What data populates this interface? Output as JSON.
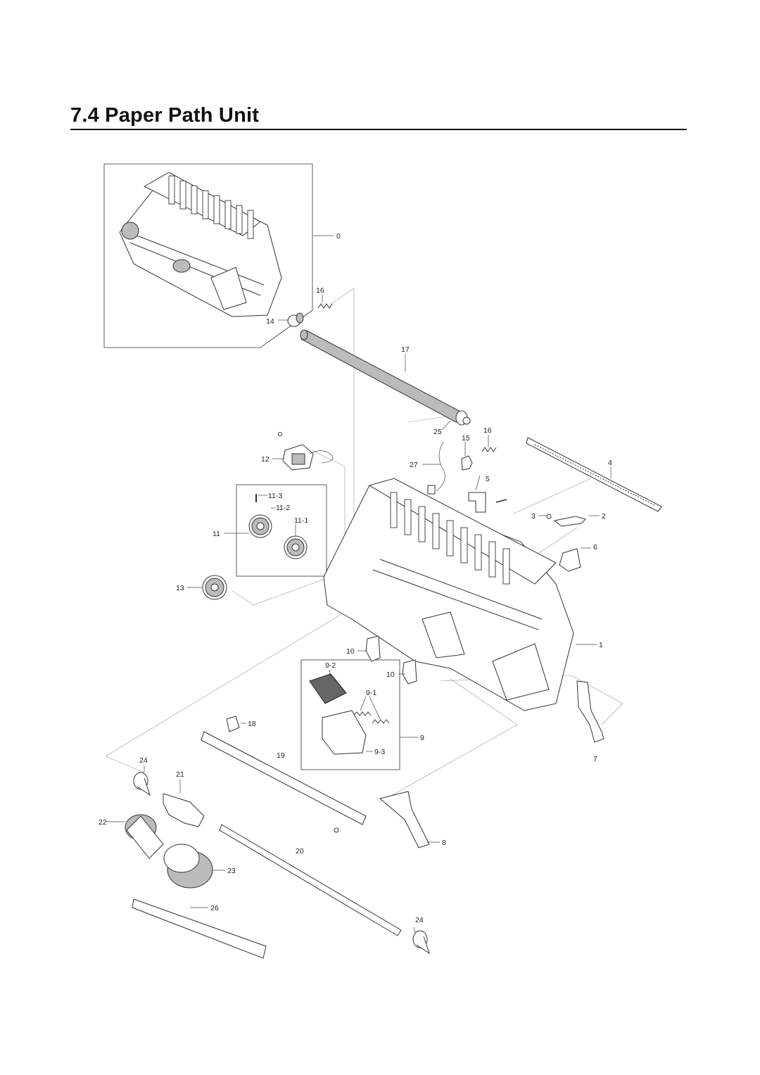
{
  "page": {
    "title": "7.4  Paper Path Unit"
  },
  "callouts": {
    "c0": "0",
    "c14": "14",
    "c16a": "16",
    "c17": "17",
    "c25": "25",
    "c15": "15",
    "c16b": "16",
    "c27": "27",
    "c4": "4",
    "c12": "12",
    "c5": "5",
    "c11_3": "11-3",
    "c11_2": "11-2",
    "c11_1": "11-1",
    "c11": "11",
    "c3": "3",
    "c2": "2",
    "c6": "6",
    "c13": "13",
    "c1": "1",
    "c10a": "10",
    "c10b": "10",
    "c9_2": "9-2",
    "c9_1": "9-1",
    "c18": "18",
    "c9": "9",
    "c9_3": "9-3",
    "c24a": "24",
    "c19": "19",
    "c7": "7",
    "c21": "21",
    "c22": "22",
    "c8": "8",
    "c20": "20",
    "c23": "23",
    "c26": "26",
    "c24b": "24"
  }
}
